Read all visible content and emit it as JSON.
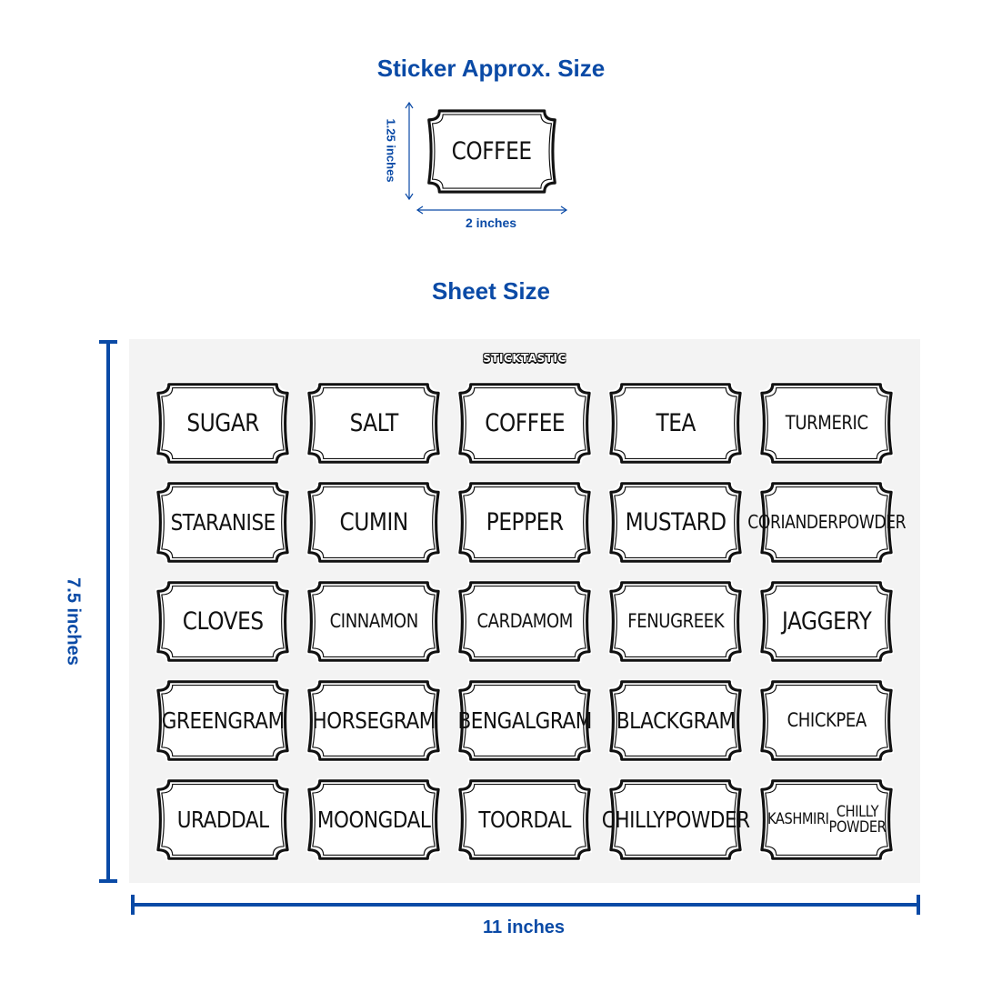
{
  "headings": {
    "sticker_size": "Sticker Approx. Size",
    "sheet_size": "Sheet Size"
  },
  "sample_sticker": {
    "label": "COFFEE",
    "height_label": "1.25 inches",
    "width_label": "2 inches"
  },
  "sheet": {
    "brand": "STICKTASTIC",
    "height_label": "7.5 inches",
    "width_label": "11 inches",
    "labels": [
      [
        "SUGAR"
      ],
      [
        "SALT"
      ],
      [
        "COFFEE"
      ],
      [
        "TEA"
      ],
      [
        "TURMERIC"
      ],
      [
        "STAR",
        "ANISE"
      ],
      [
        "CUMIN"
      ],
      [
        "PEPPER"
      ],
      [
        "MUSTARD"
      ],
      [
        "CORIANDER",
        "POWDER"
      ],
      [
        "CLOVES"
      ],
      [
        "CINNAMON"
      ],
      [
        "CARDAMOM"
      ],
      [
        "FENUGREEK"
      ],
      [
        "JAGGERY"
      ],
      [
        "GREEN",
        "GRAM"
      ],
      [
        "HORSE",
        "GRAM"
      ],
      [
        "BENGAL",
        "GRAM"
      ],
      [
        "BLACK",
        "GRAM"
      ],
      [
        "CHICKPEA"
      ],
      [
        "URAD",
        "DAL"
      ],
      [
        "MOONG",
        "DAL"
      ],
      [
        "TOOR",
        "DAL"
      ],
      [
        "CHILLY",
        "POWDER"
      ],
      [
        "KASHMIRI",
        "CHILLY POWDER"
      ]
    ]
  },
  "colors": {
    "accent": "#0a4aa6",
    "sheet_background": "#f3f3f3",
    "sticker_outline": "#111111"
  }
}
